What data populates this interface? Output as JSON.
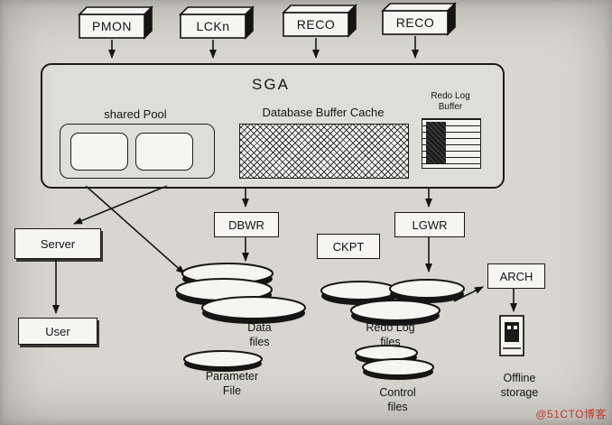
{
  "colors": {
    "ink": "#1a1a1a",
    "paper": "#d9d6d1",
    "watermark": "#c0392b"
  },
  "top_processes": [
    {
      "label": "PMON"
    },
    {
      "label": "LCKn"
    },
    {
      "label": "RECO"
    },
    {
      "label": "RECO"
    }
  ],
  "sga": {
    "title": "SGA",
    "shared_pool_label": "shared Pool",
    "buffer_cache_label": "Database Buffer Cache",
    "redo_buffer_line1": "Redo Log",
    "redo_buffer_line2": "Buffer"
  },
  "process_boxes": {
    "dbwr": "DBWR",
    "lgwr": "LGWR",
    "ckpt": "CKPT",
    "arch": "ARCH",
    "server": "Server",
    "user": "User"
  },
  "storage_labels": {
    "data_files": {
      "line1": "Data",
      "line2": "files"
    },
    "redo_log_files": {
      "line1": "Redo Log",
      "line2": "files"
    },
    "parameter_file": {
      "line1": "Parameter",
      "line2": "File"
    },
    "control_files": {
      "line1": "Control",
      "line2": "files"
    },
    "offline_storage": {
      "line1": "Offline",
      "line2": "storage"
    }
  },
  "watermark": {
    "text": "@51CTO博客"
  }
}
